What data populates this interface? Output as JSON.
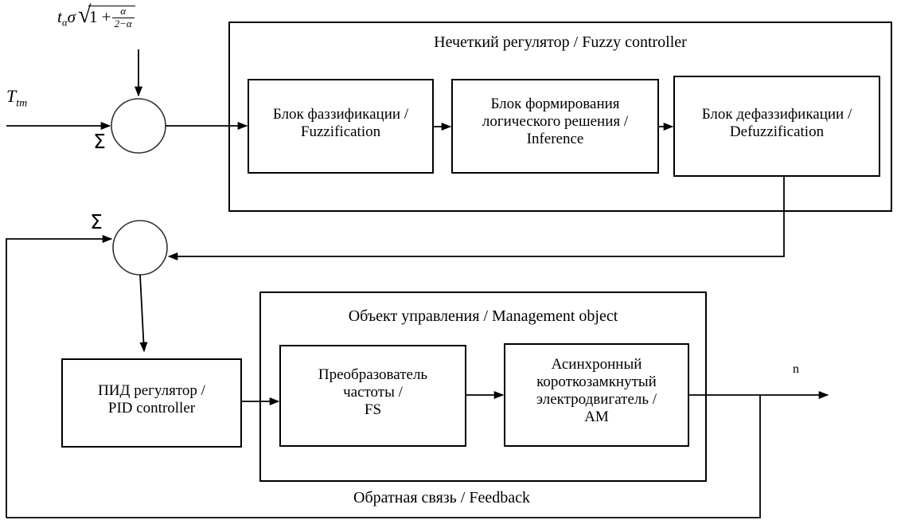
{
  "diagram": {
    "title": "Fuzzy + PID control block diagram",
    "line_color": "#000000",
    "background": "#ffffff"
  },
  "inputs": {
    "reference_signal": "T",
    "reference_signal_sub": "tm",
    "disturbance_formula_plain": "t_alpha * sigma * sqrt(1 + alpha/(2-alpha))",
    "formula": {
      "t": "t",
      "t_sub": "α",
      "sigma": "σ",
      "radical": "√",
      "one_plus": "1 +",
      "numerator": "α",
      "denominator": "2−α"
    }
  },
  "summing_junctions": [
    {
      "name": "sum-top",
      "symbol": "Σ"
    },
    {
      "name": "sum-bottom",
      "symbol": "Σ"
    }
  ],
  "fuzzy_controller": {
    "title": "Нечеткий регулятор / Fuzzy controller",
    "blocks": [
      {
        "name": "fuzzification",
        "label": "Блок фаззификации /\nFuzzification",
        "line1": "Блок фаззификации /",
        "line2": "Fuzzification"
      },
      {
        "name": "inference",
        "label": "Блок формирования логического решения / Inference",
        "line1": "Блок формирования",
        "line2": "логического решения /",
        "line3": "Inference"
      },
      {
        "name": "defuzzification",
        "label": "Блок дефаззификации / Defuzzification",
        "line1": "Блок дефаззификации /",
        "line2": "Defuzzification"
      }
    ]
  },
  "pid_controller": {
    "line1": "ПИД регулятор /",
    "line2": "PID controller"
  },
  "management_object": {
    "title": "Объект управления / Management object",
    "blocks": [
      {
        "name": "frequency-converter",
        "line1": "Преобразователь",
        "line2": "частоты /",
        "line3": "FS"
      },
      {
        "name": "asynchronous-motor",
        "line1": "Асинхронный",
        "line2": "короткозамкнутый",
        "line3": "электродвигатель /",
        "line4": "AM"
      }
    ]
  },
  "feedback": {
    "label": "Обратная связь / Feedback"
  },
  "output": {
    "label": "n"
  }
}
